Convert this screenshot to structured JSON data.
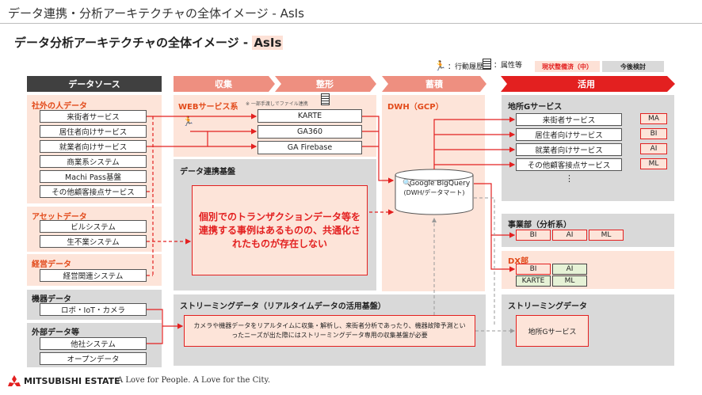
{
  "header": {
    "title": "データ連携・分析アーキテクチャの全体イメージ - AsIs"
  },
  "subtitle": {
    "prefix": "データ分析アーキテクチャの全体イメージ - ",
    "highlight": "AsIs"
  },
  "legend": {
    "action_label": "：行動履歴",
    "attribute_label": "：属性等",
    "badge_issue": "現状整備済（中）",
    "badge_review": "今後検討",
    "colors": {
      "badge_issue_bg": "#fde1d6",
      "badge_issue_text": "#e32020",
      "badge_review_bg": "#d9d9d9"
    }
  },
  "columns": {
    "datasource": "データソース",
    "collect": "収集",
    "shape": "整形",
    "store": "蓄積",
    "use": "活用"
  },
  "sources": {
    "external_title": "社外の人データ",
    "external_items": [
      "来街者サービス",
      "居住者向けサービス",
      "就業者向けサービス",
      "商業系システム",
      "Machi Pass基盤",
      "その他顧客接点サービス"
    ],
    "asset_title": "アセットデータ",
    "asset_items": [
      "ビルシステム",
      "生不業システム"
    ],
    "mgmt_title": "経営データ",
    "mgmt_items": [
      "経営関連システム"
    ],
    "device_title": "機器データ",
    "device_items": [
      "ロボ・IoT・カメラ"
    ],
    "external2_title": "外部データ等",
    "external2_items": [
      "他社システム",
      "オープンデータ"
    ]
  },
  "collect": {
    "web_title": "WEBサービス系",
    "web_note": "※ 一部手渡しでファイル連携",
    "tools": [
      "KARTE",
      "GA360",
      "GA Firebase"
    ],
    "integration_title": "データ連携基盤",
    "integration_text": "個別でのトランザクションデータ等を連携する事例はあるものの、共通化されたものが存在しない",
    "streaming_title": "ストリーミングデータ（リアルタイムデータの活用基盤）",
    "streaming_text": "カメラや機器データをリアルタイムに収集・解析し、来街者分析であったり、機器故障予測といったニーズが出た際にはストリーミングデータ専用の収集基盤が必要"
  },
  "store": {
    "title": "DWH（GCP）",
    "db_name": "Google BigQuery",
    "db_sub": "(DWH/データマート)"
  },
  "use": {
    "g_title": "地所Gサービス",
    "g_items": [
      "来街者サービス",
      "居住者向けサービス",
      "就業者向けサービス",
      "その他顧客接点サービス"
    ],
    "g_tags": [
      "MA",
      "BI",
      "AI",
      "ML"
    ],
    "g_ellipsis": "⋮",
    "biz_title": "事業部（分析系）",
    "biz_tags": [
      "BI",
      "AI",
      "ML"
    ],
    "dx_title": "DX部",
    "dx_tags": [
      "BI",
      "AI",
      "KARTE",
      "ML"
    ],
    "stream_title": "ストリーミングデータ",
    "stream_box": "地所Gサービス"
  },
  "footer": {
    "brand": "MITSUBISHI ESTATE",
    "slogan": "A Love for People. A Love for the City."
  }
}
